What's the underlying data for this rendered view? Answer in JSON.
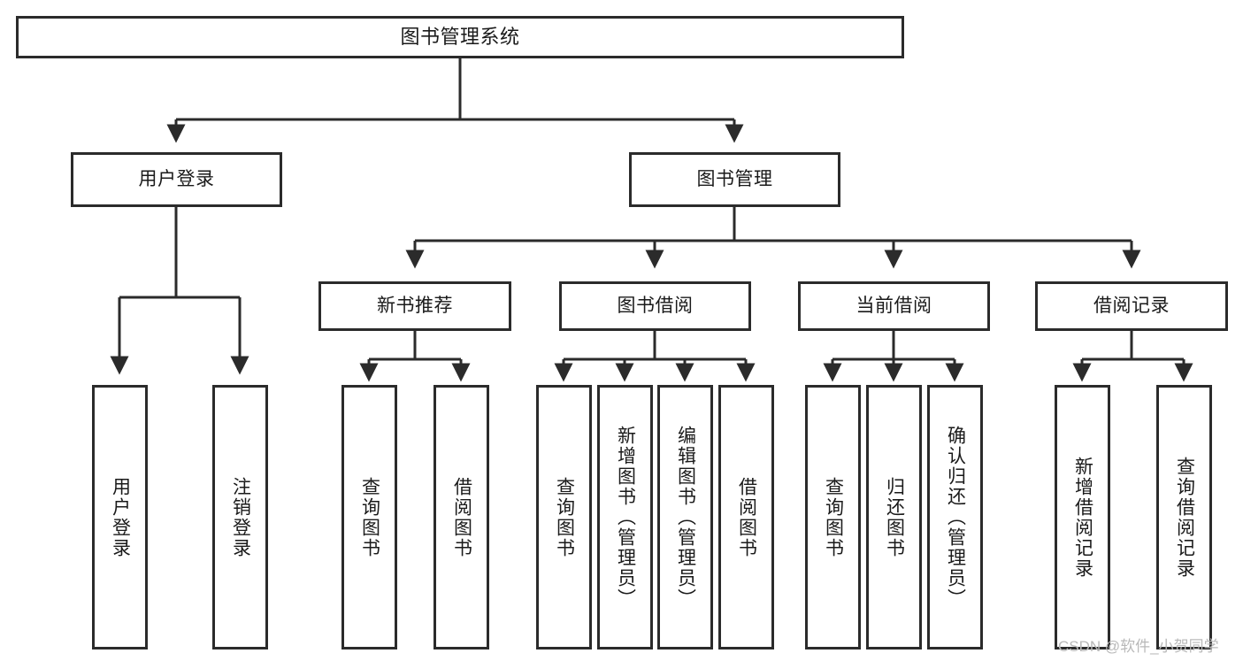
{
  "diagram": {
    "type": "tree",
    "title": "图书管理系统",
    "background": "#ffffff",
    "line_color": "#2b2b2b",
    "text_color": "#1a1a1a",
    "watermark": "CSDN @软件_小贺同学"
  },
  "nodes": {
    "root": {
      "label": "图书管理系统"
    },
    "level1": [
      {
        "label": "用户登录"
      },
      {
        "label": "图书管理"
      }
    ],
    "level2": [
      {
        "label": "新书推荐"
      },
      {
        "label": "图书借阅"
      },
      {
        "label": "当前借阅"
      },
      {
        "label": "借阅记录"
      }
    ],
    "leaves": [
      {
        "label": "用户登录",
        "parent": "用户登录"
      },
      {
        "label": "注销登录",
        "parent": "用户登录"
      },
      {
        "label": "查询图书",
        "parent": "新书推荐"
      },
      {
        "label": "借阅图书",
        "parent": "新书推荐"
      },
      {
        "label": "查询图书",
        "parent": "图书借阅"
      },
      {
        "label": "新增图书（管理员）",
        "parent": "图书借阅"
      },
      {
        "label": "编辑图书（管理员）",
        "parent": "图书借阅"
      },
      {
        "label": "借阅图书",
        "parent": "图书借阅"
      },
      {
        "label": "查询图书",
        "parent": "当前借阅"
      },
      {
        "label": "归还图书",
        "parent": "当前借阅"
      },
      {
        "label": "确认归还（管理员）",
        "parent": "当前借阅"
      },
      {
        "label": "新增借阅记录",
        "parent": "借阅记录"
      },
      {
        "label": "查询借阅记录",
        "parent": "借阅记录"
      }
    ]
  }
}
